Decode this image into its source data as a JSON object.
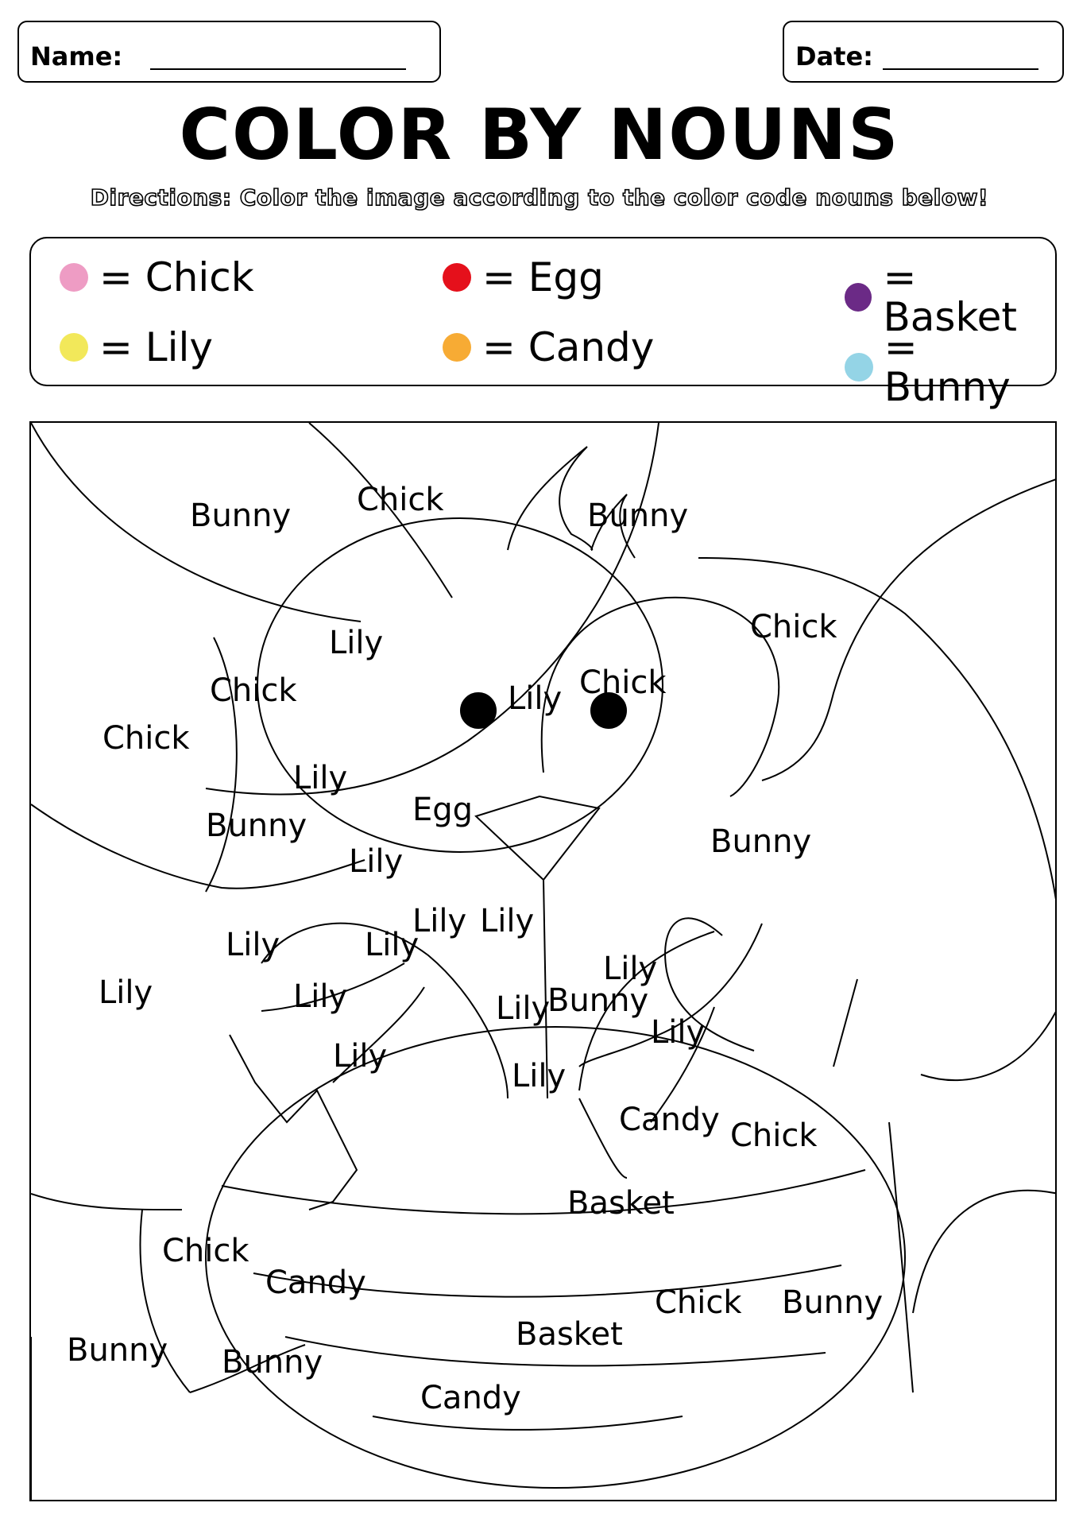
{
  "header": {
    "name_label": "Name:",
    "date_label": "Date:"
  },
  "title": "COLOR BY NOUNS",
  "directions": "Directions: Color the image according to the color code nouns below!",
  "legend": [
    {
      "text": "= Chick",
      "color": "#ee9cc4",
      "icon": "pink-dot"
    },
    {
      "text": "= Egg",
      "color": "#e5101b",
      "icon": "red-dot"
    },
    {
      "text": "= Basket",
      "color": "#6b2a86",
      "icon": "purple-dot"
    },
    {
      "text": "= Lily",
      "color": "#f2e85a",
      "icon": "yellow-dot"
    },
    {
      "text": "= Candy",
      "color": "#f7ab34",
      "icon": "orange-dot"
    },
    {
      "text": "= Bunny",
      "color": "#94d4e6",
      "icon": "light-blue-dot"
    }
  ],
  "picture_labels": [
    "Bunny",
    "Chick",
    "Bunny",
    "Chick",
    "Lily",
    "Chick",
    "Chick",
    "Lily",
    "Chick",
    "Lily",
    "Egg",
    "Bunny",
    "Bunny",
    "Lily",
    "Lily",
    "Lily",
    "Lily",
    "Bunny",
    "Lily",
    "Lily",
    "Lily",
    "Lily",
    "Lily",
    "Lily",
    "Lily",
    "Lily",
    "Candy",
    "Chick",
    "Basket",
    "Chick",
    "Candy",
    "Chick",
    "Bunny",
    "Basket",
    "Bunny",
    "Bunny",
    "Candy"
  ]
}
